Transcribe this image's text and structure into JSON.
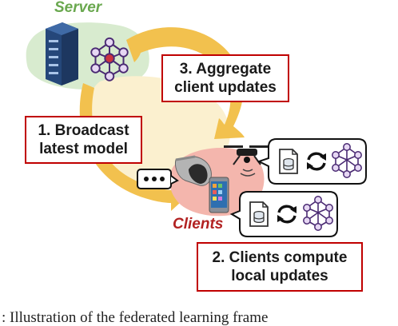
{
  "server_label": "Server",
  "clients_label": "Clients",
  "steps": [
    {
      "lines": [
        "1. Broadcast",
        "latest model"
      ]
    },
    {
      "lines": [
        "2. Clients compute",
        "local updates"
      ]
    },
    {
      "lines": [
        "3. Aggregate",
        "client updates"
      ]
    }
  ],
  "caption": ": Illustration of the federated learning frame",
  "colors": {
    "server_blob": "#d8ebcf",
    "loop_fill": "#fbf0cf",
    "arrow": "#f2c14e",
    "client_blob": "#f4b6ad",
    "box_border": "#c00000",
    "server_label": "#6aa84f",
    "clients_label": "#b22222",
    "server_blue": "#25477a",
    "net_node_fill": "#e6d7f3",
    "net_node_stroke": "#4a2a73",
    "net_center": "#cc3340"
  },
  "icons": [
    "server-rack-icon",
    "neural-network-icon",
    "vr-headset-icon",
    "drone-icon",
    "smartphone-icon",
    "database-file-icon",
    "sync-arrows-icon",
    "chat-bubble-icon"
  ]
}
